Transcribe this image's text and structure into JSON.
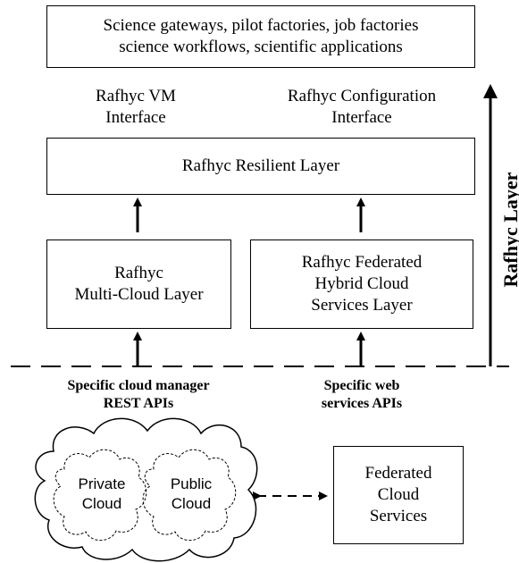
{
  "top_box": {
    "line1": "Science gateways, pilot factories, job factories",
    "line2": "science workflows, scientific applications"
  },
  "interfaces": {
    "vm_line1": "Rafhyc VM",
    "vm_line2": "Interface",
    "config_line1": "Rafhyc Configuration",
    "config_line2": "Interface"
  },
  "resilient_layer": "Rafhyc Resilient Layer",
  "multi_cloud": {
    "line1": "Rafhyc",
    "line2": "Multi-Cloud Layer"
  },
  "federated_layer": {
    "line1": "Rafhyc Federated",
    "line2": "Hybrid Cloud",
    "line3": "Services Layer"
  },
  "rafhyc_layer_label": "Rafhyc Layer",
  "apis": {
    "cloud_manager_line1": "Specific cloud manager",
    "cloud_manager_line2": "REST APIs",
    "web_services_line1": "Specific web",
    "web_services_line2": "services APIs"
  },
  "clouds": {
    "private_line1": "Private",
    "private_line2": "Cloud",
    "public_line1": "Public",
    "public_line2": "Cloud"
  },
  "federated_services": {
    "line1": "Federated",
    "line2": "Cloud",
    "line3": "Services"
  }
}
